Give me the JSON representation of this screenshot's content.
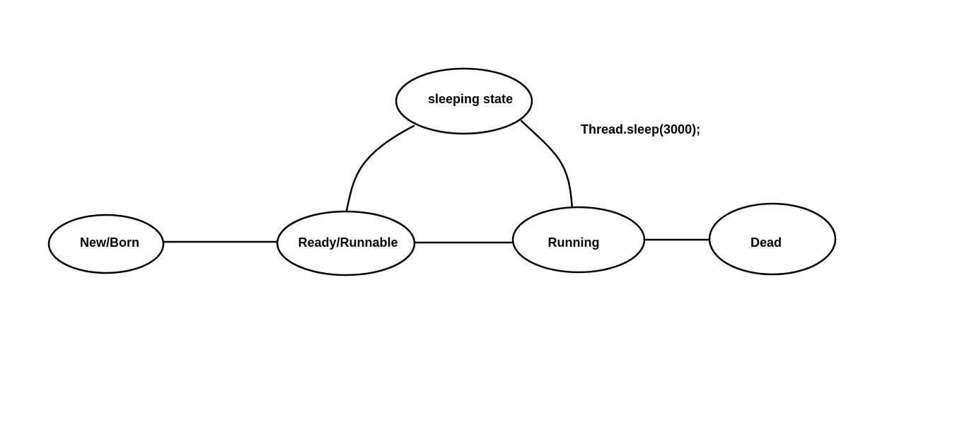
{
  "diagram": {
    "states": {
      "sleeping": "sleeping state",
      "new_born": "New/Born",
      "ready_runnable": "Ready/Runnable",
      "running": "Running",
      "dead": "Dead"
    },
    "annotation": "Thread.sleep(3000);",
    "transitions": [
      {
        "from": "New/Born",
        "to": "Ready/Runnable"
      },
      {
        "from": "Ready/Runnable",
        "to": "Running"
      },
      {
        "from": "Running",
        "to": "Dead"
      },
      {
        "from": "Ready/Runnable",
        "to": "sleeping state"
      },
      {
        "from": "sleeping state",
        "to": "Running"
      }
    ],
    "colors": {
      "stroke": "#000000",
      "background": "#ffffff"
    }
  }
}
